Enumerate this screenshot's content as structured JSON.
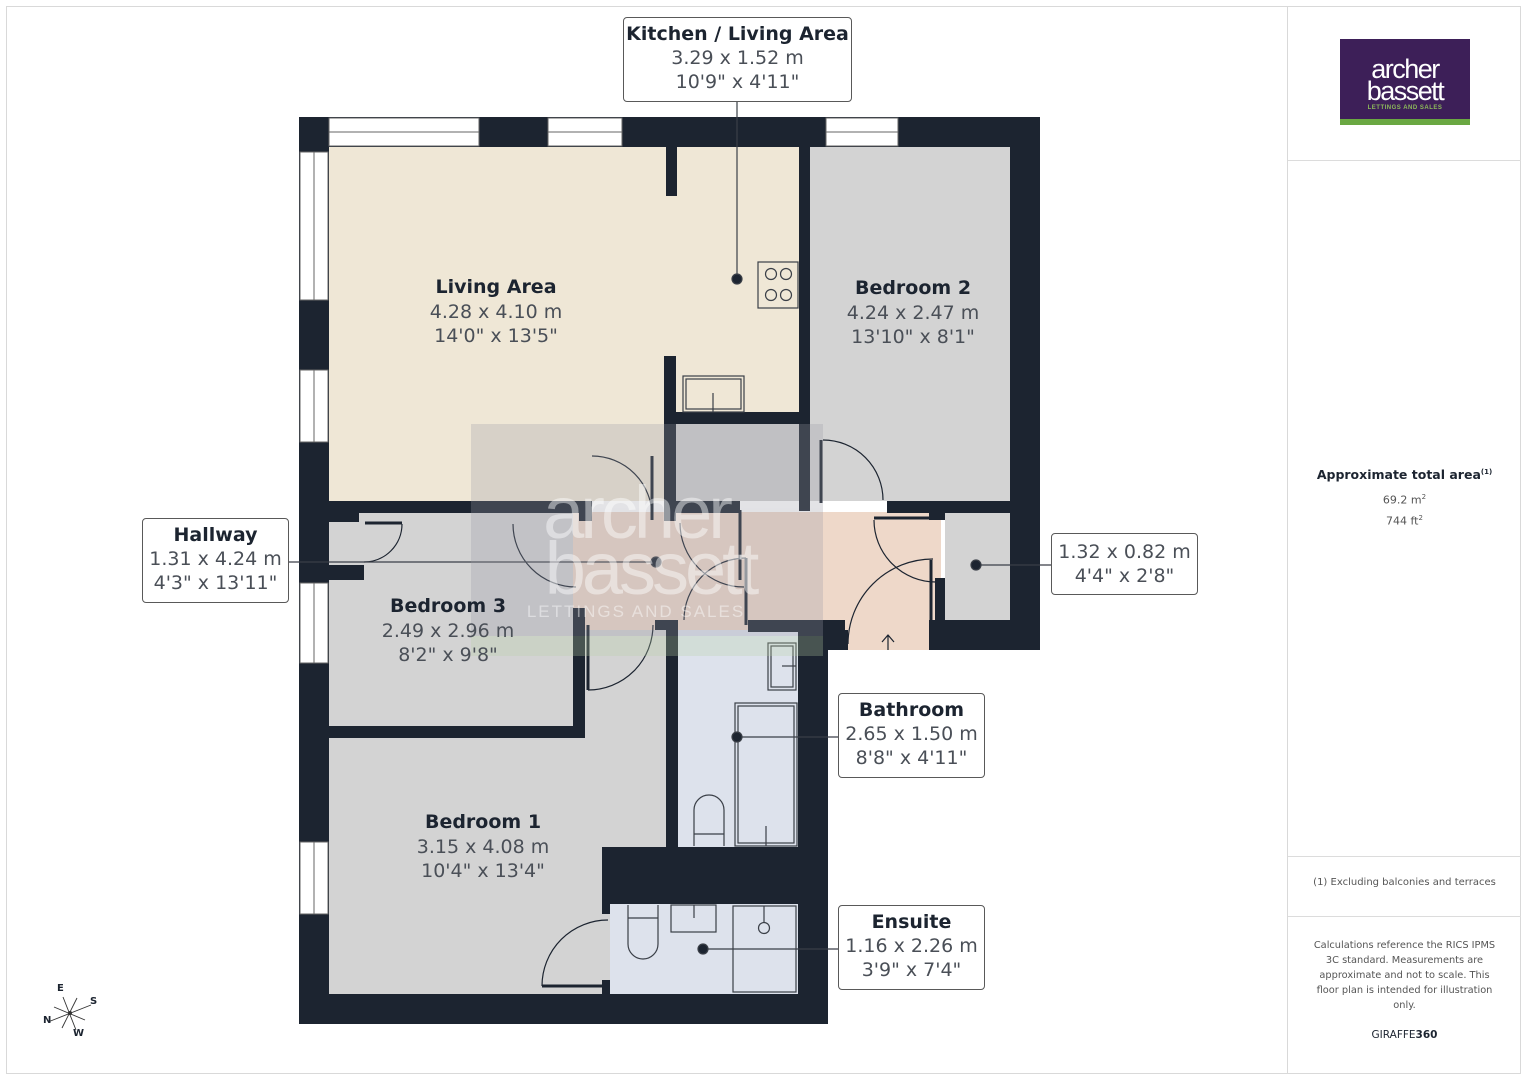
{
  "logo": {
    "line1": "archer",
    "line2": "bassett",
    "tagline": "LETTINGS AND SALES",
    "bg_color": "#3d1f58",
    "accent_color": "#6aa842"
  },
  "summary": {
    "title": "Approximate total area",
    "title_note": "(1)",
    "area_m2": "69.2 m",
    "area_ft2": "744 ft",
    "sup": "2",
    "footnote": "(1) Excluding balconies and terraces",
    "disclaimer": "Calculations reference the RICS IPMS 3C standard. Measurements are approximate and not to scale. This floor plan is intended for illustration only.",
    "brand_light": "GIRAFFE",
    "brand_bold": "360"
  },
  "rooms": [
    {
      "id": "living",
      "name": "Living Area",
      "metric": "4.28 x 4.10 m",
      "imperial": "14'0\" x 13'5\""
    },
    {
      "id": "bedroom2",
      "name": "Bedroom 2",
      "metric": "4.24 x 2.47 m",
      "imperial": "13'10\" x 8'1\""
    },
    {
      "id": "bedroom3",
      "name": "Bedroom 3",
      "metric": "2.49 x 2.96 m",
      "imperial": "8'2\" x 9'8\""
    },
    {
      "id": "bedroom1",
      "name": "Bedroom 1",
      "metric": "3.15 x 4.08 m",
      "imperial": "10'4\" x 13'4\""
    }
  ],
  "callouts": [
    {
      "id": "kitchen",
      "name": "Kitchen / Living Area",
      "metric": "3.29 x 1.52 m",
      "imperial": "10'9\" x 4'11\""
    },
    {
      "id": "hallway",
      "name": "Hallway",
      "metric": "1.31 x 4.24 m",
      "imperial": "4'3\" x 13'11\""
    },
    {
      "id": "cupboard",
      "name": "",
      "metric": "1.32 x 0.82 m",
      "imperial": "4'4\" x 2'8\""
    },
    {
      "id": "bathroom",
      "name": "Bathroom",
      "metric": "2.65 x 1.50 m",
      "imperial": "8'8\" x 4'11\""
    },
    {
      "id": "ensuite",
      "name": "Ensuite",
      "metric": "1.16 x 2.26 m",
      "imperial": "3'9\" x 7'4\""
    }
  ],
  "compass": {
    "n": "N",
    "e": "E",
    "s": "S",
    "w": "W"
  },
  "watermark": {
    "line1": "archer",
    "line2": "bassett",
    "tagline": "LETTINGS AND SALES"
  },
  "colors": {
    "wall": "#1c2430",
    "living": "#efe7d6",
    "bedroom": "#d3d3d3",
    "hall": "#eed8c9",
    "bath": "#dde2ec",
    "window": "#ffffff"
  }
}
